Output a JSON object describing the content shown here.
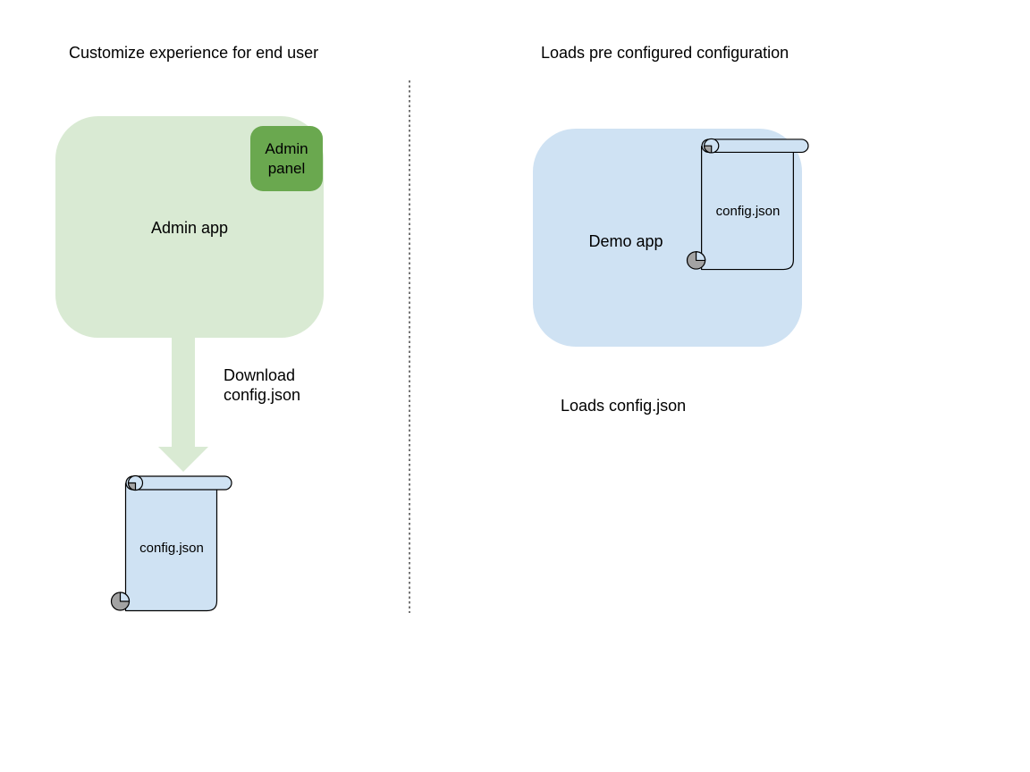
{
  "diagram": {
    "left": {
      "title": "Customize experience for end user",
      "admin_app_label": "Admin app",
      "admin_panel_label": "Admin panel",
      "download_line1": "Download",
      "download_line2": "config.json",
      "config_file_label": "config.json"
    },
    "right": {
      "title": "Loads pre configured configuration",
      "demo_app_label": "Demo app",
      "config_file_label": "config.json",
      "caption": "Loads config.json"
    },
    "colors": {
      "admin_app_fill": "#d9ead3",
      "admin_panel_fill": "#6aa84f",
      "demo_app_fill": "#cfe2f3",
      "scroll_fill": "#cfe2f3",
      "scroll_curl_gray": "#a3a3a3",
      "arrow_fill": "#d9ead3",
      "outline": "#000000",
      "divider": "#757575",
      "text": "#000000"
    }
  }
}
